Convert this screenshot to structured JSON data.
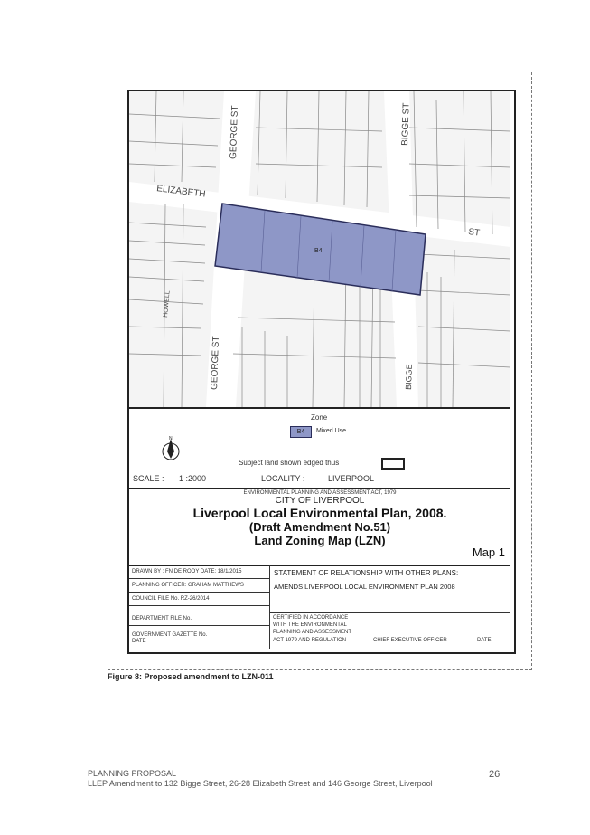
{
  "map": {
    "street_labels": {
      "george_top": "GEORGE ST",
      "bigge_top": "BIGGE ST",
      "elizabeth": "ELIZABETH",
      "st_right": "ST",
      "george_bottom": "GEORGE ST",
      "bigge_bottom": "BIGGE",
      "hoxton": "HOWELL"
    },
    "zone_label": "B4",
    "colors": {
      "zone_fill": "#8e97c7",
      "zone_border": "#2a2d5a"
    }
  },
  "legend": {
    "zone_heading": "Zone",
    "zone_code": "B4",
    "zone_name": "Mixed Use",
    "subject_land": "Subject land shown edged thus",
    "scale_label": "SCALE :",
    "scale_value": "1 :2000",
    "locality_label": "LOCALITY :",
    "locality_value": "LIVERPOOL"
  },
  "title_block": {
    "act": "ENVIRONMENTAL PLANNING AND ASSESSMENT ACT, 1979",
    "city": "CITY OF LIVERPOOL",
    "plan": "Liverpool Local Environmental Plan, 2008.",
    "amendment": "(Draft Amendment No.51)",
    "map_name": "Land Zoning Map (LZN)",
    "map_number": "Map 1"
  },
  "info_table": {
    "drawn_by": "DRAWN BY : FN DE ROOY    DATE: 18/1/2015",
    "planning_officer": "PLANNING OFFICER:  GRAHAM MATTHEWS",
    "council_file": "COUNCIL FILE No.  RZ-26/2014",
    "department_file": "DEPARTMENT FILE No.",
    "gazette": "GOVERNMENT GAZETTE No.",
    "date": "DATE",
    "statement_heading": "STATEMENT OF RELATIONSHIP WITH OTHER PLANS:",
    "statement_text": "AMENDS LIVERPOOL LOCAL ENVIRONMENT PLAN 2008",
    "certified": "CERTIFIED IN ACCORDANCE",
    "certified_2": "WITH THE ENVIRONMENTAL",
    "certified_3": "PLANNING AND ASSESSMENT",
    "certified_4": "ACT 1979 AND REGULATION",
    "ceo": "CHIEF EXECUTIVE OFFICER",
    "ceo_date": "DATE"
  },
  "caption": "Figure 8: Proposed amendment to LZN-011",
  "footer": {
    "left_line1": "PLANNING PROPOSAL",
    "left_line2": "LLEP Amendment to 132 Bigge Street, 26-28 Elizabeth Street and 146 George Street, Liverpool",
    "page_number": "26"
  }
}
